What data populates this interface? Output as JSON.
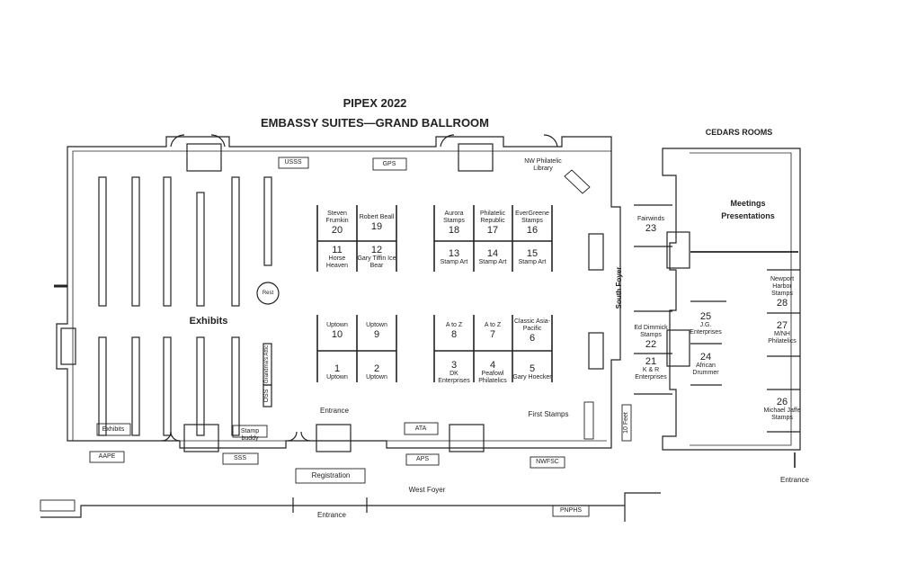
{
  "title": {
    "line1": "PIPEX 2022",
    "line2": "EMBASSY SUITES—GRAND BALLROOM"
  },
  "ballroom": {
    "exhibits_label": "Exhibits",
    "rest": "Rest",
    "grandmas_attic": "Grandma's Attic",
    "oss": "OSS",
    "usss": "USSS",
    "gps": "GPS",
    "nw_library": "NW Philatelic Library",
    "entrance": "Entrance",
    "first_stamps": "First Stamps",
    "south_foyer": "South Foyer",
    "ten_feet": "10 Feet",
    "booths": [
      {
        "num": "20",
        "name": "Steven Frumkin"
      },
      {
        "num": "19",
        "name": "Robert Beall"
      },
      {
        "num": "11",
        "name": "Horse Heaven"
      },
      {
        "num": "12",
        "name": "Gary Tiffin Ice Bear"
      },
      {
        "num": "18",
        "name": "Aurora Stamps"
      },
      {
        "num": "17",
        "name": "Philatelic Republic"
      },
      {
        "num": "16",
        "name": "EverGreene Stamps"
      },
      {
        "num": "13",
        "name": "Stamp Art"
      },
      {
        "num": "14",
        "name": "Stamp Art"
      },
      {
        "num": "15",
        "name": "Stamp Art"
      },
      {
        "num": "10",
        "name": "Uptown"
      },
      {
        "num": "9",
        "name": "Uptown"
      },
      {
        "num": "1",
        "name": "Uptown"
      },
      {
        "num": "2",
        "name": "Uptown"
      },
      {
        "num": "8",
        "name": "A to Z"
      },
      {
        "num": "7",
        "name": "A to Z"
      },
      {
        "num": "6",
        "name": "Classic Asia-Pacific"
      },
      {
        "num": "3",
        "name": "DK Enterprises"
      },
      {
        "num": "4",
        "name": "Peafowl Philatelics"
      },
      {
        "num": "5",
        "name": "Gary Hoecker"
      }
    ]
  },
  "tables": {
    "exhibits": "Exhibits",
    "aape": "AAPE",
    "stamp_buddy": "Stamp buddy",
    "sss": "SSS",
    "ata": "ATA",
    "aps": "APS",
    "nwfsc": "NWFSC",
    "registration": "Registration",
    "pnphs": "PNPHS"
  },
  "foyer": {
    "west": "West Foyer",
    "entrance": "Entrance"
  },
  "cedars": {
    "title": "CEDARS ROOMS",
    "meetings": "Meetings",
    "presentations": "Presentations",
    "entrance": "Entrance",
    "booths": [
      {
        "num": "23",
        "name": "Fairwinds"
      },
      {
        "num": "22",
        "name": "Ed Dimmick Stamps"
      },
      {
        "num": "21",
        "name": "K & R Enterprises"
      },
      {
        "num": "25",
        "name": "J.G. Enterprises"
      },
      {
        "num": "24",
        "name": "African Drummer"
      },
      {
        "num": "28",
        "name": "Newport Harbor Stamps"
      },
      {
        "num": "27",
        "name": "M/NH Philatelics"
      },
      {
        "num": "26",
        "name": "Michael Jaffe Stamps"
      }
    ]
  }
}
